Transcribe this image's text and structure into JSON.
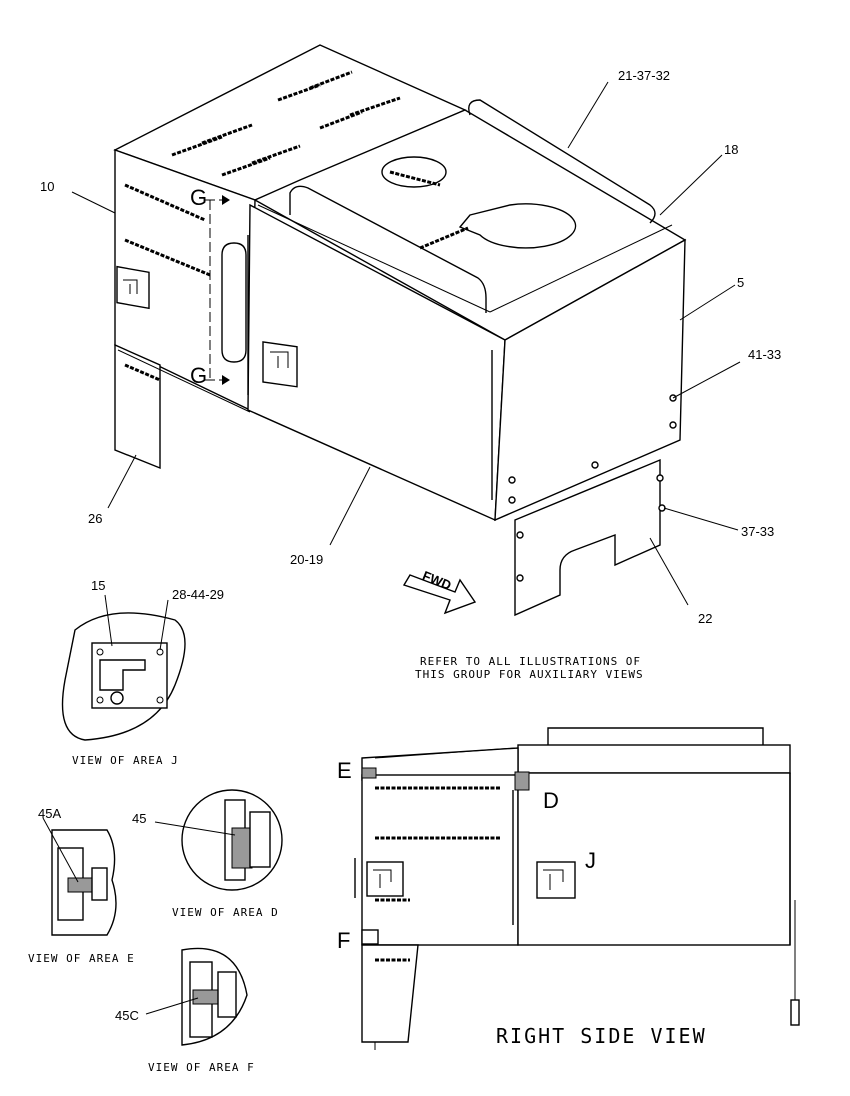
{
  "callouts": {
    "c_21_37_32": "21-37-32",
    "c_18": "18",
    "c_10": "10",
    "c_5": "5",
    "c_41_33": "41-33",
    "c_37_33": "37-33",
    "c_26": "26",
    "c_20_19": "20-19",
    "c_22": "22",
    "c_15": "15",
    "c_28_44_29": "28-44-29",
    "c_45a": "45A",
    "c_45": "45",
    "c_45c": "45C"
  },
  "section_markers": {
    "g_top": "G",
    "g_bottom": "G",
    "e": "E",
    "d": "D",
    "j": "J",
    "f": "F"
  },
  "fwd_arrow": "FWD",
  "note": {
    "line1": "REFER TO ALL ILLUSTRATIONS OF",
    "line2": "THIS GROUP FOR AUXILIARY VIEWS"
  },
  "view_captions": {
    "area_j": "VIEW OF AREA J",
    "area_d": "VIEW OF AREA D",
    "area_e": "VIEW OF AREA E",
    "area_f": "VIEW OF AREA F",
    "right_side": "RIGHT SIDE VIEW"
  }
}
